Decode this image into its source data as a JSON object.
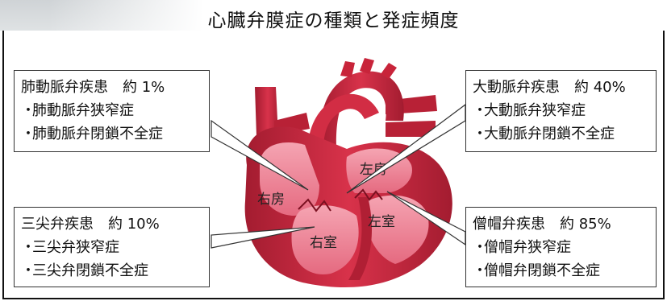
{
  "title": "心臓弁膜症の種類と発症頻度",
  "chambers": {
    "right_atrium": "右房",
    "left_atrium": "左房",
    "right_ventricle": "右室",
    "left_ventricle": "左室"
  },
  "callouts": {
    "pulmonary": {
      "heading": "肺動脈弁疾患　約 1%",
      "items": [
        "肺動脈弁狭窄症",
        "肺動脈弁閉鎖不全症"
      ]
    },
    "aortic": {
      "heading": "大動脈弁疾患　約 40%",
      "items": [
        "大動脈弁狭窄症",
        "大動脈弁閉鎖不全症"
      ]
    },
    "tricuspid": {
      "heading": "三尖弁疾患　約 10%",
      "items": [
        "三尖弁狭窄症",
        "三尖弁閉鎖不全症"
      ]
    },
    "mitral": {
      "heading": "僧帽弁疾患　約 85%",
      "items": [
        "僧帽弁狭窄症",
        "僧帽弁閉鎖不全症"
      ]
    }
  },
  "bullet": "・",
  "colors": {
    "heart_outer": "#c8243a",
    "heart_light": "#ef8a9c",
    "heart_dark": "#9e1a2c",
    "vessel": "#d63448"
  }
}
